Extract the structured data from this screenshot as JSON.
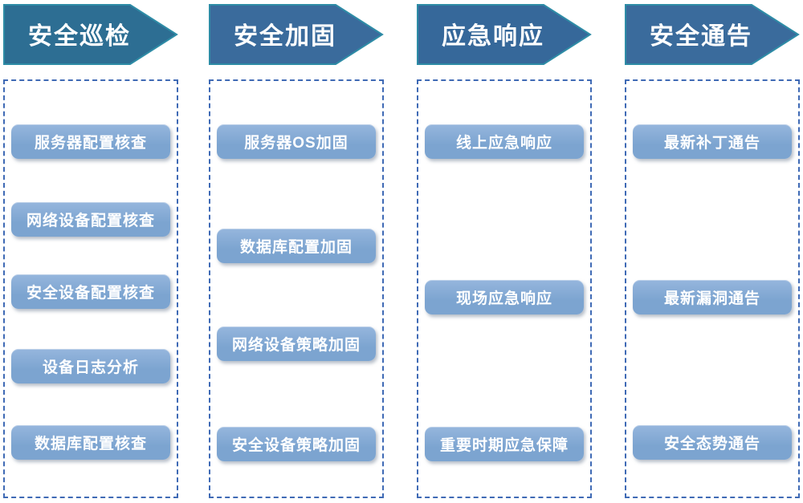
{
  "colors": {
    "background": "#ffffff",
    "header_text": "#ffffff",
    "header_border": "#2e8ca6",
    "dashed_border": "#3f6ab5",
    "item_fill": "#7ca4d0",
    "item_fill_light": "#96b6dd",
    "item_text": "#ffffff"
  },
  "columns": [
    {
      "title": "安全巡检",
      "color": "#2d6e93",
      "items": [
        "服务器配置核查",
        "网络设备配置核查",
        "安全设备配置核查",
        "设备日志分析",
        "数据库配置核查"
      ]
    },
    {
      "title": "安全加固",
      "color": "#3a6b9c",
      "items": [
        "服务器OS加固",
        "数据库配置加固",
        "网络设备策略加固",
        "安全设备策略加固"
      ]
    },
    {
      "title": "应急响应",
      "color": "#36689a",
      "items": [
        "线上应急响应",
        "现场应急响应",
        "重要时期应急保障"
      ]
    },
    {
      "title": "安全通告",
      "color": "#3a6b9c",
      "items": [
        "最新补丁通告",
        "最新漏洞通告",
        "安全态势通告"
      ]
    }
  ]
}
